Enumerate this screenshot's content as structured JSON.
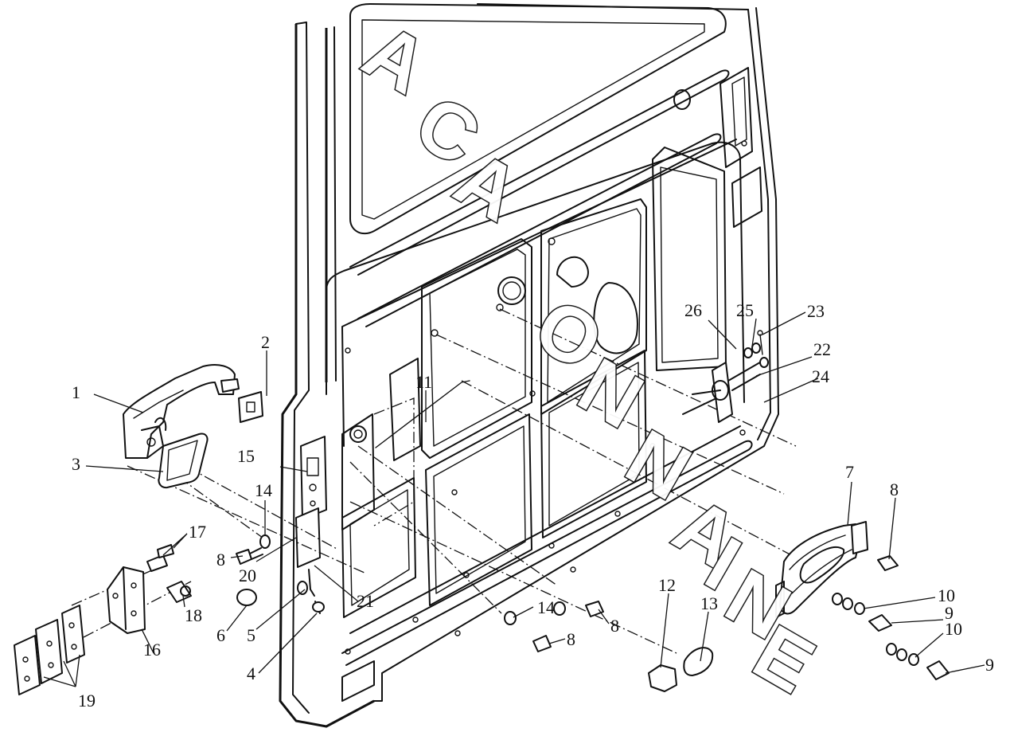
{
  "diagram": {
    "callouts": [
      {
        "id": "c1",
        "label": "1"
      },
      {
        "id": "c2",
        "label": "2"
      },
      {
        "id": "c3",
        "label": "3"
      },
      {
        "id": "c4",
        "label": "4"
      },
      {
        "id": "c5",
        "label": "5"
      },
      {
        "id": "c6",
        "label": "6"
      },
      {
        "id": "c7",
        "label": "7"
      },
      {
        "id": "c8a",
        "label": "8"
      },
      {
        "id": "c8b",
        "label": "8"
      },
      {
        "id": "c8c",
        "label": "8"
      },
      {
        "id": "c8d",
        "label": "8"
      },
      {
        "id": "c9a",
        "label": "9"
      },
      {
        "id": "c9b",
        "label": "9"
      },
      {
        "id": "c10a",
        "label": "10"
      },
      {
        "id": "c10b",
        "label": "10"
      },
      {
        "id": "c11",
        "label": "11"
      },
      {
        "id": "c12",
        "label": "12"
      },
      {
        "id": "c13",
        "label": "13"
      },
      {
        "id": "c14a",
        "label": "14"
      },
      {
        "id": "c14b",
        "label": "14"
      },
      {
        "id": "c15",
        "label": "15"
      },
      {
        "id": "c16",
        "label": "16"
      },
      {
        "id": "c17",
        "label": "17"
      },
      {
        "id": "c18",
        "label": "18"
      },
      {
        "id": "c19",
        "label": "19"
      },
      {
        "id": "c20",
        "label": "20"
      },
      {
        "id": "c21",
        "label": "21"
      },
      {
        "id": "c22",
        "label": "22"
      },
      {
        "id": "c23",
        "label": "23"
      },
      {
        "id": "c24",
        "label": "24"
      },
      {
        "id": "c25",
        "label": "25"
      },
      {
        "id": "c26",
        "label": "26"
      }
    ],
    "watermark": {
      "letters": [
        "A",
        "C",
        "A",
        "O",
        "N",
        "N",
        "A",
        "I",
        "N",
        "E"
      ]
    }
  }
}
